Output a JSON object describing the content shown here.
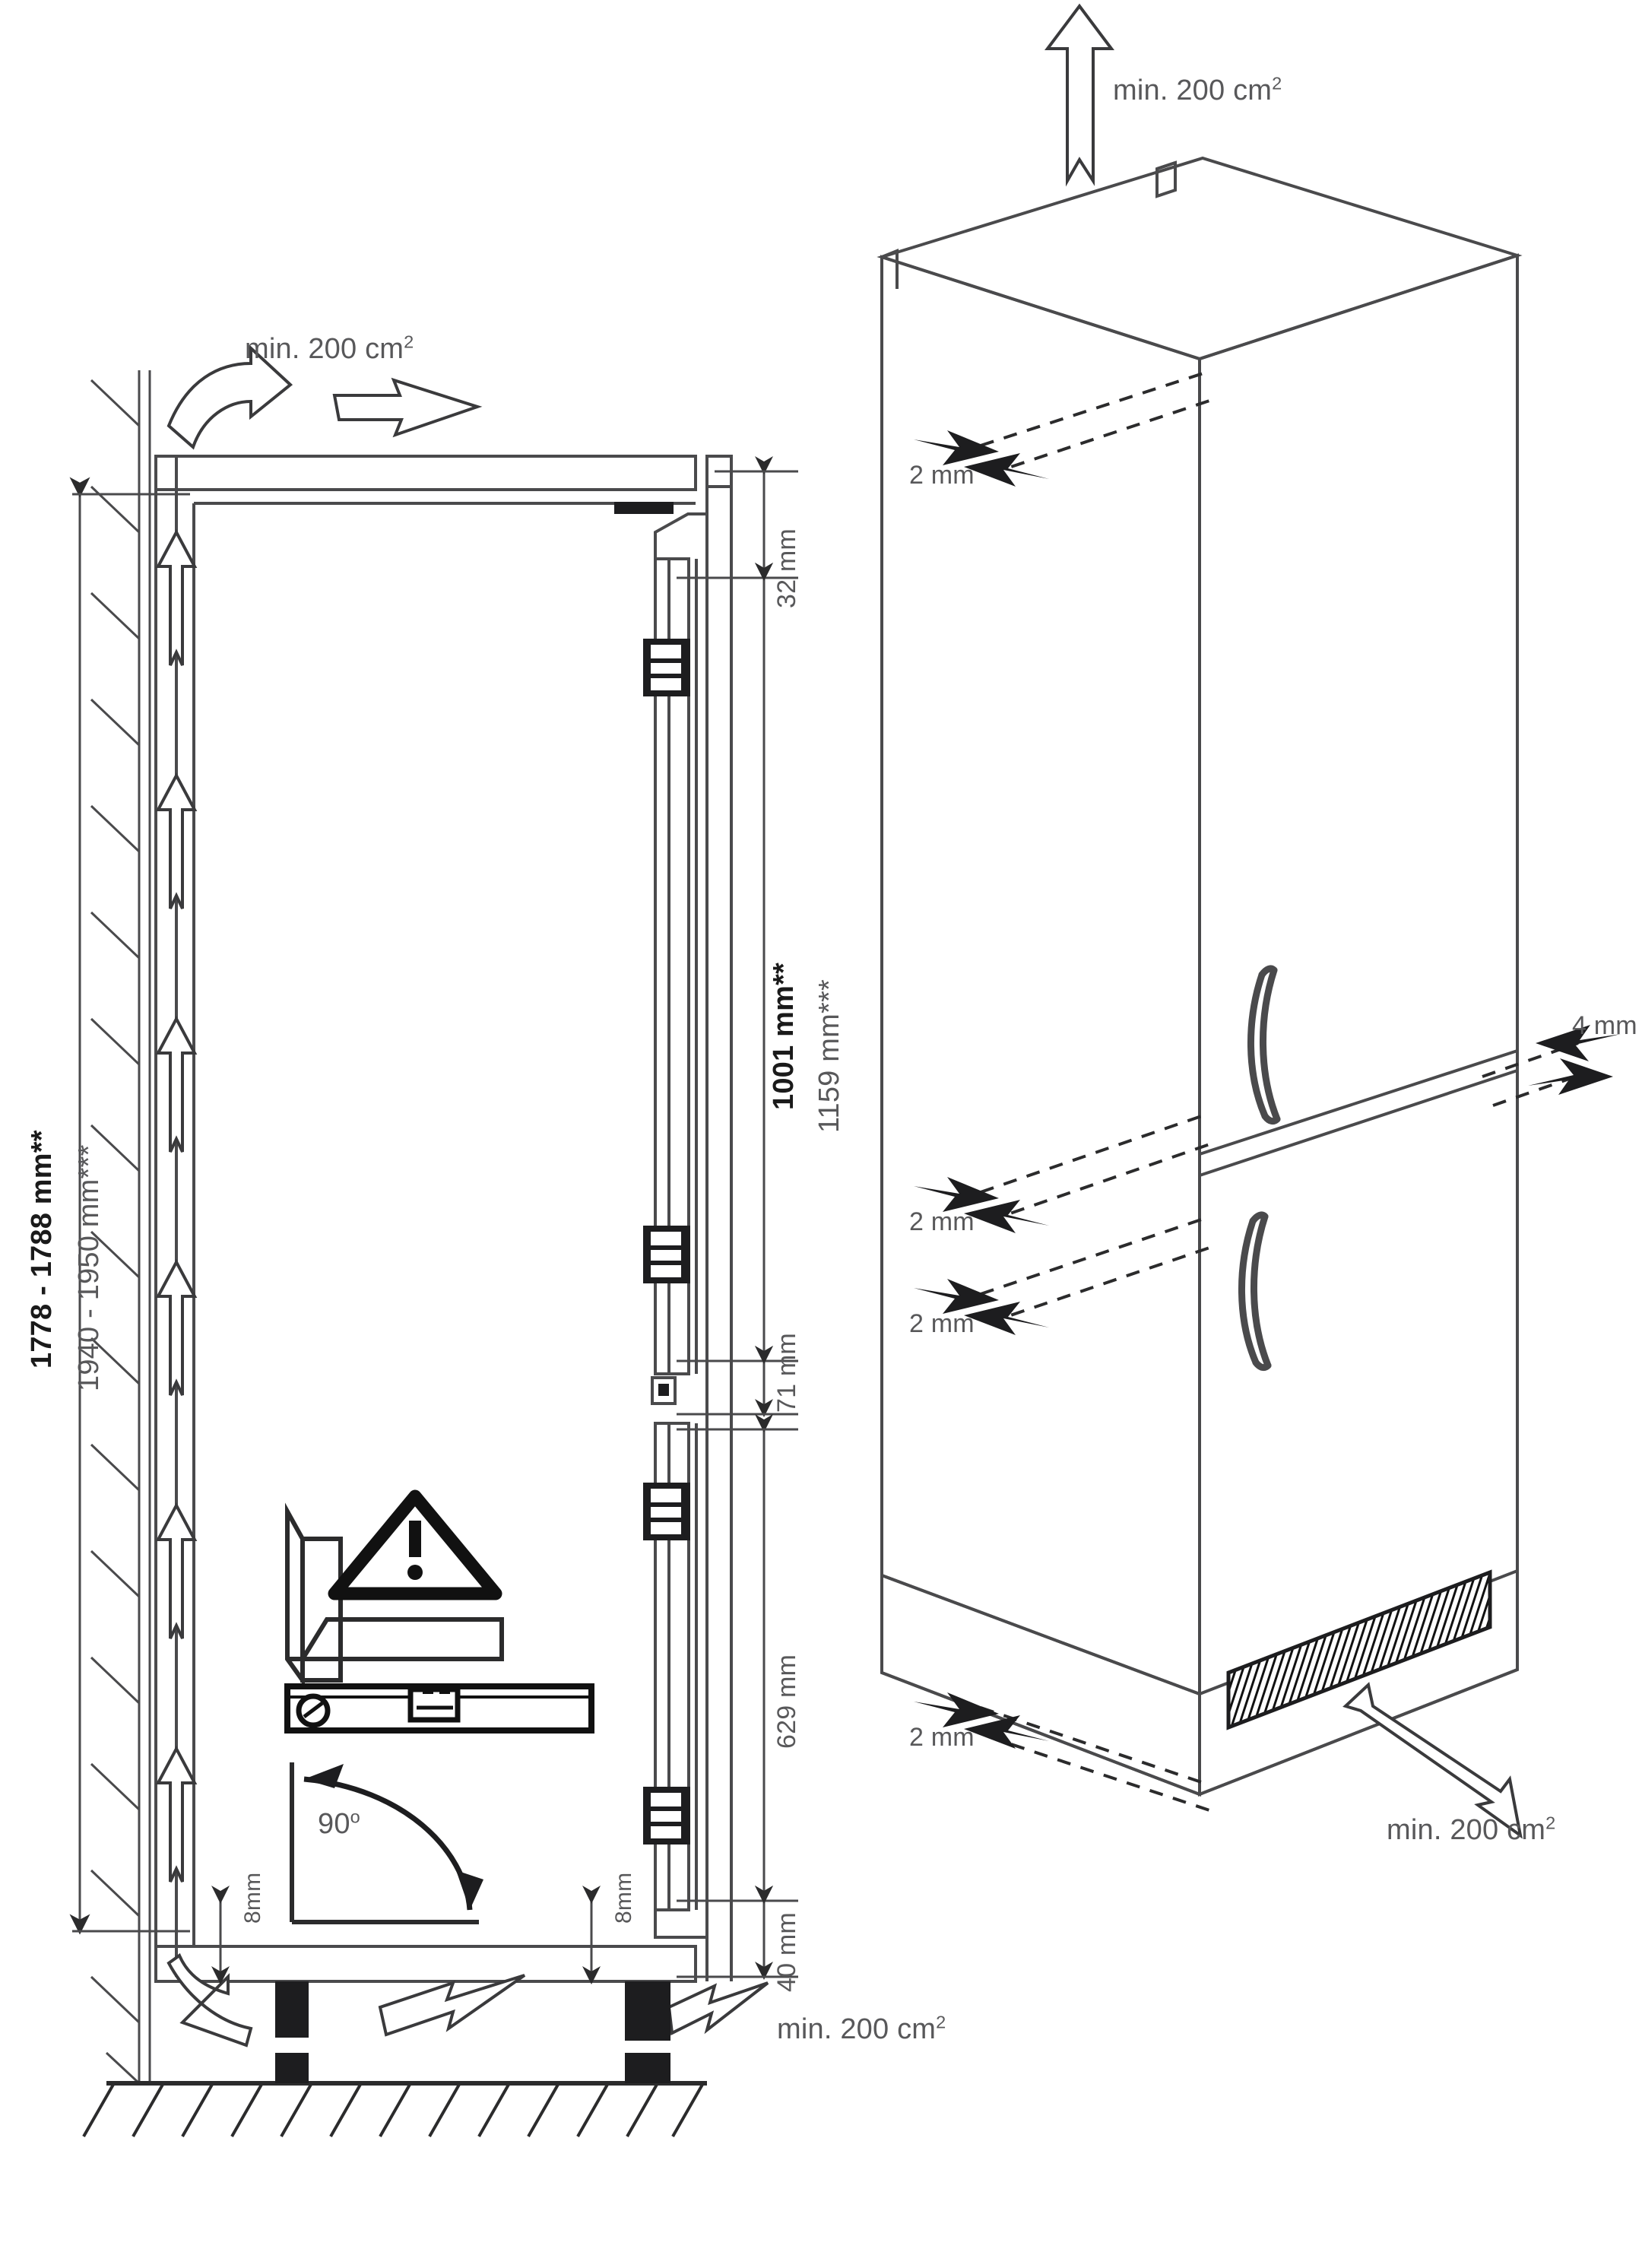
{
  "diagram": {
    "title": "Built-in fridge-freezer niche installation dimensions",
    "type": "technical-installation-drawing",
    "line_color": "#4a4a4c",
    "text_color": "#58585a",
    "bold_text_color": "#1a1a1a",
    "background": "#ffffff"
  },
  "left_view": {
    "name": "niche-cross-section",
    "ventilation_top_label": "min. 200 cm",
    "ventilation_top_sup": "2",
    "ventilation_bottom_label": "min. 200 cm",
    "ventilation_bottom_sup": "2",
    "niche_height_primary": "1778 - 1788 mm**",
    "niche_height_secondary": "1940 - 1950 mm***",
    "top_gap": "32 mm",
    "upper_door_primary": "1001 mm**",
    "upper_door_secondary": "1159 mm***",
    "between_doors": "71 mm",
    "lower_door": "629 mm",
    "bottom_gap": "40 mm",
    "plinth_left": "8mm",
    "plinth_right": "8mm",
    "angle_label": "90",
    "angle_sup": "o",
    "warning_icon": "warning-triangle-icon",
    "square_tool_icon": "carpenter-square-icon",
    "level_tool_icon": "spirit-level-icon"
  },
  "right_view": {
    "name": "appliance-isometric-view",
    "ventilation_top_label": "min. 200 cm",
    "ventilation_top_sup": "2",
    "ventilation_bottom_label": "min. 200 cm",
    "ventilation_bottom_sup": "2",
    "gap_top": "2 mm",
    "gap_mid_upper": "2 mm",
    "gap_mid_lower": "2 mm",
    "gap_bottom": "2 mm",
    "gap_side": "4 mm",
    "handle_upper": "door-handle-icon",
    "handle_lower": "door-handle-icon",
    "grille": "ventilation-grille"
  }
}
